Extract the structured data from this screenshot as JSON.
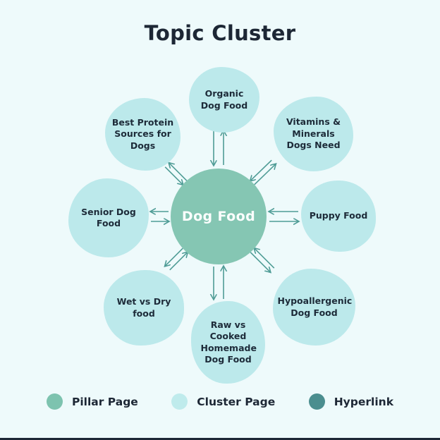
{
  "title": "Topic Cluster",
  "pillar": {
    "label": "Dog Food"
  },
  "clusters": [
    {
      "label": "Organic Dog Food"
    },
    {
      "label": "Vitamins & Minerals Dogs Need"
    },
    {
      "label": "Puppy Food"
    },
    {
      "label": "Hypoallergenic Dog Food"
    },
    {
      "label": "Raw vs Cooked Homemade Dog Food"
    },
    {
      "label": "Wet vs Dry food"
    },
    {
      "label": "Senior Dog Food"
    },
    {
      "label": "Best Protein Sources for Dogs"
    }
  ],
  "legend": [
    {
      "label": "Pillar Page",
      "color": "#7dc3af"
    },
    {
      "label": "Cluster Page",
      "color": "#bfebec"
    },
    {
      "label": "Hyperlink",
      "color": "#4b8e8f"
    }
  ],
  "colors": {
    "background": "#eefafb",
    "pillar_circle": "#85c6b3",
    "cluster_blob": "#bce9eb",
    "arrow": "#4f9c96",
    "title_text": "#1d2735",
    "blob_text": "#1d2b39",
    "pillar_text": "#fbfefd"
  }
}
